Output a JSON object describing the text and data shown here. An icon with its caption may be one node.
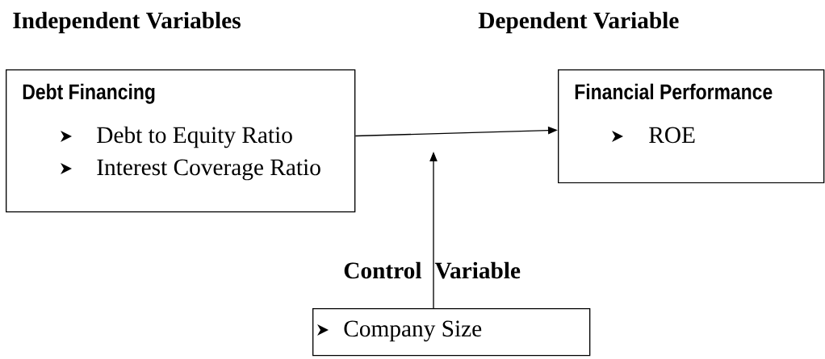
{
  "diagram": {
    "nodes": [
      {
        "text": [
          "Debt Financing",
          "Debt to Equity Ratio",
          "Interest Coverage Ratio"
        ]
      },
      {
        "text": [
          "Financial Performance",
          "ROE"
        ]
      },
      {
        "text": [
          "Company Size"
        ]
      }
    ],
    "edges": [
      {
        "from": 0,
        "to": 1,
        "arrow": "to"
      },
      {
        "from": 2,
        "to": null,
        "arrow": "to"
      }
    ],
    "labels": [
      "Independent Variables",
      "Dependent Variable",
      "Control Variable"
    ]
  }
}
